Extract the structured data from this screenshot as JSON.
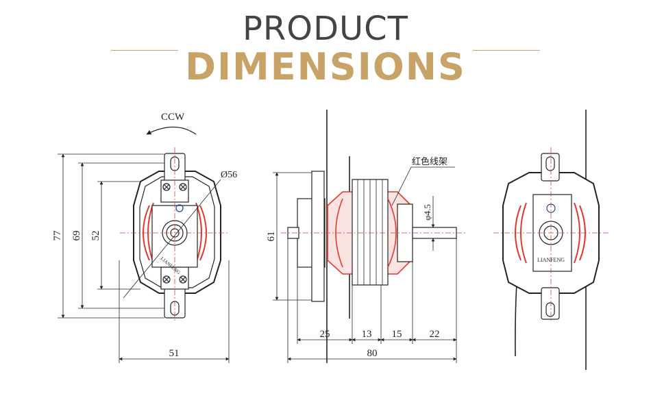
{
  "header": {
    "line1": "PRODUCT",
    "line2": "DIMENSIONS"
  },
  "colors": {
    "accent": "#c8a367",
    "heading": "#444444",
    "coil": "#e5372f",
    "line": "#222222"
  },
  "front_view": {
    "rotation": "CCW",
    "diameter": "Ø56",
    "dim_height_total": "77",
    "dim_height_mid": "69",
    "dim_height_inner": "52",
    "dim_width": "51",
    "brand": "LIANFENG"
  },
  "side_view": {
    "bracket_label": "红色线架",
    "shaft_diameter": "φ4.5",
    "dim_height": "61",
    "dim_seg1": "25",
    "dim_seg2": "13",
    "dim_seg3": "15",
    "dim_seg4": "22",
    "dim_total": "80"
  },
  "rear_view": {
    "brand": "LIANFENG"
  }
}
